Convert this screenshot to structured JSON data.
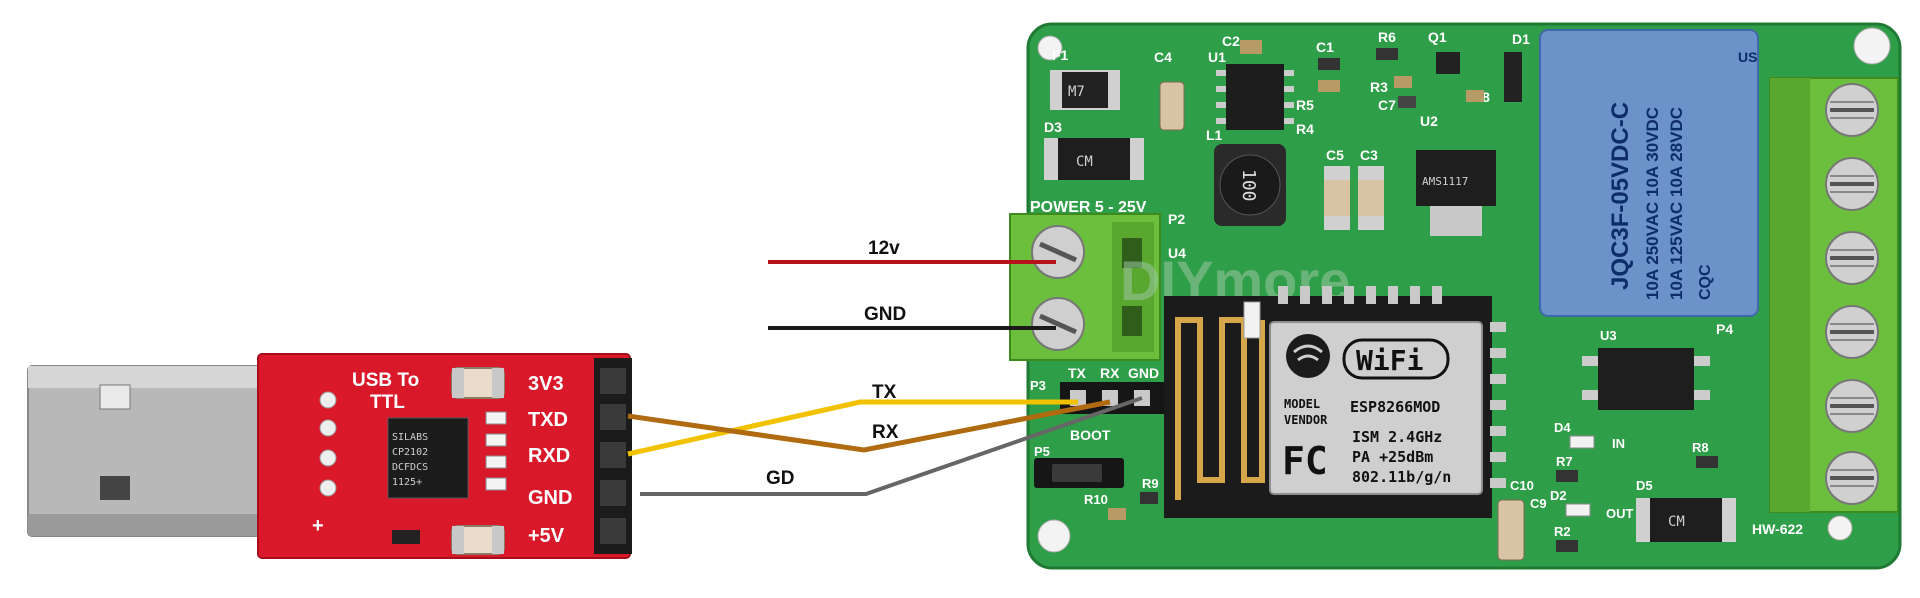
{
  "usb_adapter": {
    "title_line1": "USB To",
    "title_line2": "TTL",
    "pins": [
      "3V3",
      "TXD",
      "RXD",
      "GND",
      "+5V"
    ],
    "chip_lines": [
      "SILABS",
      "CP2102",
      "DCFDCS",
      "1125+"
    ],
    "plus": "+"
  },
  "wires": {
    "v12": "12v",
    "gnd": "GND",
    "tx": "TX",
    "rx": "RX",
    "gd": "GD"
  },
  "colors": {
    "v12": "#b5121b",
    "gnd": "#1a1a1a",
    "tx": "#f2c200",
    "rx": "#b06a10",
    "gd": "#666666",
    "pcb_green": "#2f9e48",
    "usb_red": "#d9192a",
    "relay_blue": "#6b93c9"
  },
  "board": {
    "power_label": "POWER 5 - 25V",
    "header_labels": [
      "TX",
      "RX",
      "GND"
    ],
    "boot": "BOOT",
    "in_label": "IN",
    "out_label": "OUT",
    "model": "HW-622",
    "refs": {
      "f1": "F1",
      "c2": "C2",
      "u1": "U1",
      "c1": "C1",
      "r6": "R6",
      "q1": "Q1",
      "d1": "D1",
      "c4": "C4",
      "r3": "R3",
      "r5": "R5",
      "r4": "R4",
      "c7": "C7",
      "c8": "C8",
      "d3": "D3",
      "l1": "L1",
      "c5": "C5",
      "c3": "C3",
      "u2": "U2",
      "p2": "P2",
      "u4": "U4",
      "p4": "P4",
      "u3": "U3",
      "d4": "D4",
      "r7": "R7",
      "r8": "R8",
      "p3": "P3",
      "p5": "P5",
      "r10": "R10",
      "r9": "R9",
      "c10": "C10",
      "d2": "D2",
      "c9": "C9",
      "r2": "R2",
      "d5": "D5"
    },
    "inductor_value": "100",
    "fuse_mark": "M7",
    "diode_mark": "CM",
    "regulator_mark": "AMS1117"
  },
  "esp_module": {
    "wifi": "WiFi",
    "model_label": "MODEL",
    "model_value": "ESP8266MOD",
    "vendor_label": "VENDOR",
    "ism": "ISM 2.4GHz",
    "pa": "PA  +25dBm",
    "std": "802.11b/g/n",
    "fcc": "FC"
  },
  "relay": {
    "brand": "CQC",
    "part": "JQC3F-05VDC-C",
    "rating1": "10A 250VAC  10A  30VDC",
    "rating2": "10A 125VAC  10A  28VDC",
    "ul": "US"
  },
  "watermark": "DIYmore"
}
